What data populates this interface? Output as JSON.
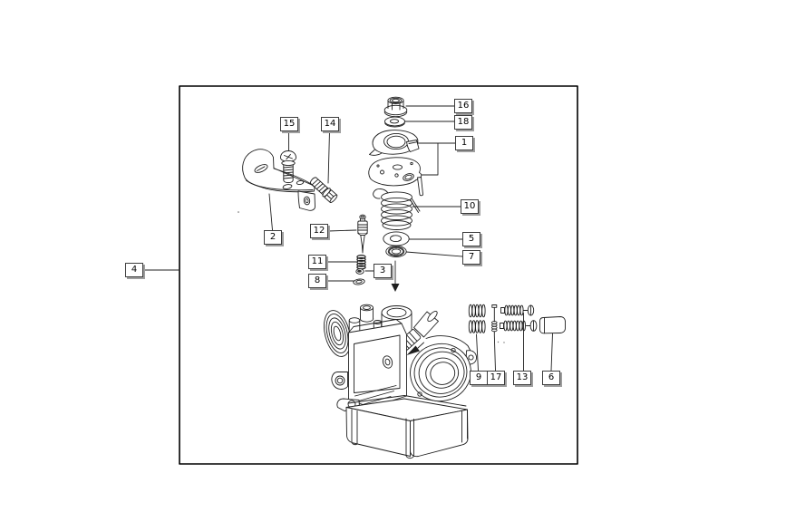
{
  "callouts": {
    "1": "1",
    "2": "2",
    "3": "3",
    "4": "4",
    "5": "5",
    "6": "6",
    "7": "7",
    "8": "8",
    "9": "9",
    "10": "10",
    "11": "11",
    "12": "12",
    "13": "13",
    "14": "14",
    "15": "15",
    "16": "16",
    "17": "17",
    "18": "18"
  },
  "colors": {
    "background": "#ffffff",
    "line_art": "#1f1f1f",
    "frame_border": "#000000",
    "callout_face": "#ffffff",
    "callout_border": "#3c3c3c",
    "callout_shadow": "#9e9e9e",
    "callout_text": "#000000"
  }
}
